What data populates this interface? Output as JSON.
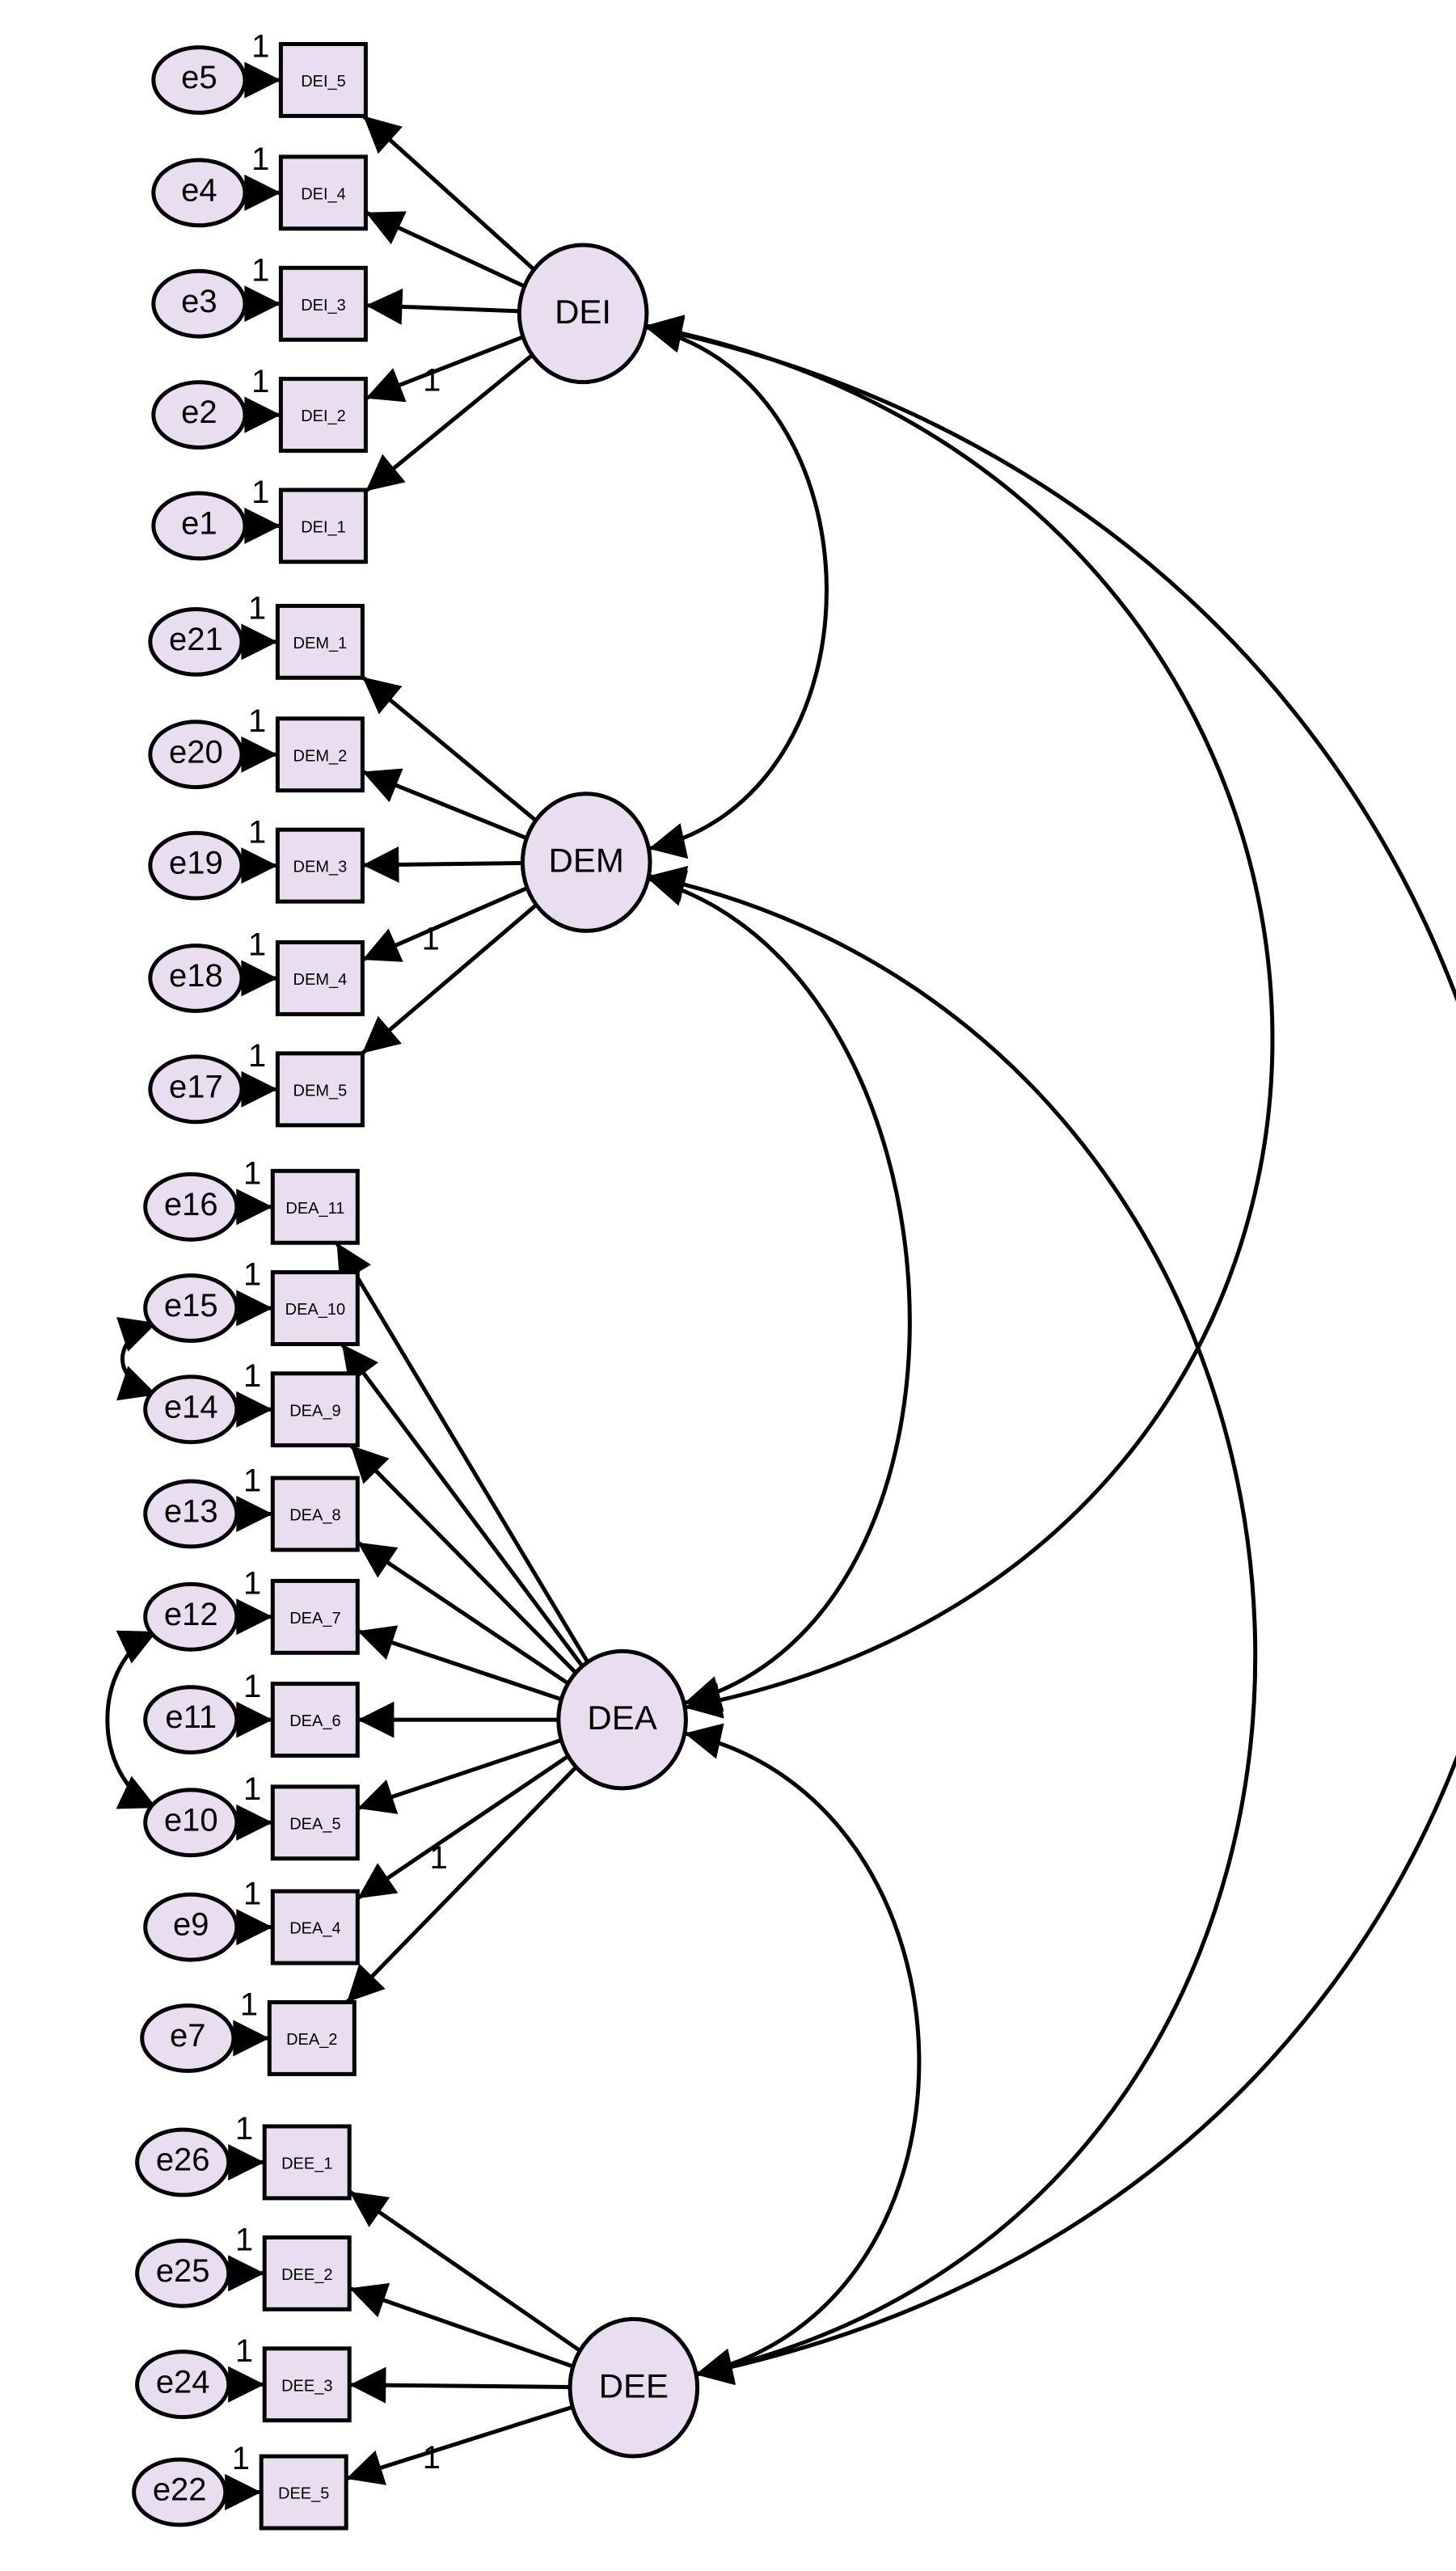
{
  "colors": {
    "node_fill": "#e9ddf0",
    "stroke": "#000000",
    "background": "#ffffff"
  },
  "latents": [
    {
      "id": "DEI",
      "label": "DEI"
    },
    {
      "id": "DEM",
      "label": "DEM"
    },
    {
      "id": "DEA",
      "label": "DEA"
    },
    {
      "id": "DEE",
      "label": "DEE"
    }
  ],
  "indicators": [
    {
      "id": "DEI_5",
      "label": "DEI_5",
      "error": "e5",
      "latent": "DEI"
    },
    {
      "id": "DEI_4",
      "label": "DEI_4",
      "error": "e4",
      "latent": "DEI"
    },
    {
      "id": "DEI_3",
      "label": "DEI_3",
      "error": "e3",
      "latent": "DEI"
    },
    {
      "id": "DEI_2",
      "label": "DEI_2",
      "error": "e2",
      "latent": "DEI",
      "fixed": "1"
    },
    {
      "id": "DEI_1",
      "label": "DEI_1",
      "error": "e1",
      "latent": "DEI"
    },
    {
      "id": "DEM_1",
      "label": "DEM_1",
      "error": "e21",
      "latent": "DEM"
    },
    {
      "id": "DEM_2",
      "label": "DEM_2",
      "error": "e20",
      "latent": "DEM"
    },
    {
      "id": "DEM_3",
      "label": "DEM_3",
      "error": "e19",
      "latent": "DEM"
    },
    {
      "id": "DEM_4",
      "label": "DEM_4",
      "error": "e18",
      "latent": "DEM",
      "fixed": "1"
    },
    {
      "id": "DEM_5",
      "label": "DEM_5",
      "error": "e17",
      "latent": "DEM"
    },
    {
      "id": "DEA_11",
      "label": "DEA_11",
      "error": "e16",
      "latent": "DEA"
    },
    {
      "id": "DEA_10",
      "label": "DEA_10",
      "error": "e15",
      "latent": "DEA"
    },
    {
      "id": "DEA_9",
      "label": "DEA_9",
      "error": "e14",
      "latent": "DEA"
    },
    {
      "id": "DEA_8",
      "label": "DEA_8",
      "error": "e13",
      "latent": "DEA"
    },
    {
      "id": "DEA_7",
      "label": "DEA_7",
      "error": "e12",
      "latent": "DEA"
    },
    {
      "id": "DEA_6",
      "label": "DEA_6",
      "error": "e11",
      "latent": "DEA"
    },
    {
      "id": "DEA_5",
      "label": "DEA_5",
      "error": "e10",
      "latent": "DEA"
    },
    {
      "id": "DEA_4",
      "label": "DEA_4",
      "error": "e9",
      "latent": "DEA",
      "fixed": "1"
    },
    {
      "id": "DEA_2",
      "label": "DEA_2",
      "error": "e7",
      "latent": "DEA"
    },
    {
      "id": "DEE_1",
      "label": "DEE_1",
      "error": "e26",
      "latent": "DEE"
    },
    {
      "id": "DEE_2",
      "label": "DEE_2",
      "error": "e25",
      "latent": "DEE"
    },
    {
      "id": "DEE_3",
      "label": "DEE_3",
      "error": "e24",
      "latent": "DEE"
    },
    {
      "id": "DEE_5",
      "label": "DEE_5",
      "error": "e22",
      "latent": "DEE",
      "fixed": "1"
    }
  ],
  "error_path_label": "1",
  "latent_covariances": [
    [
      "DEI",
      "DEM"
    ],
    [
      "DEI",
      "DEA"
    ],
    [
      "DEI",
      "DEE"
    ],
    [
      "DEM",
      "DEA"
    ],
    [
      "DEM",
      "DEE"
    ],
    [
      "DEA",
      "DEE"
    ]
  ],
  "error_covariances": [
    [
      "e15",
      "e14"
    ],
    [
      "e12",
      "e10"
    ]
  ]
}
